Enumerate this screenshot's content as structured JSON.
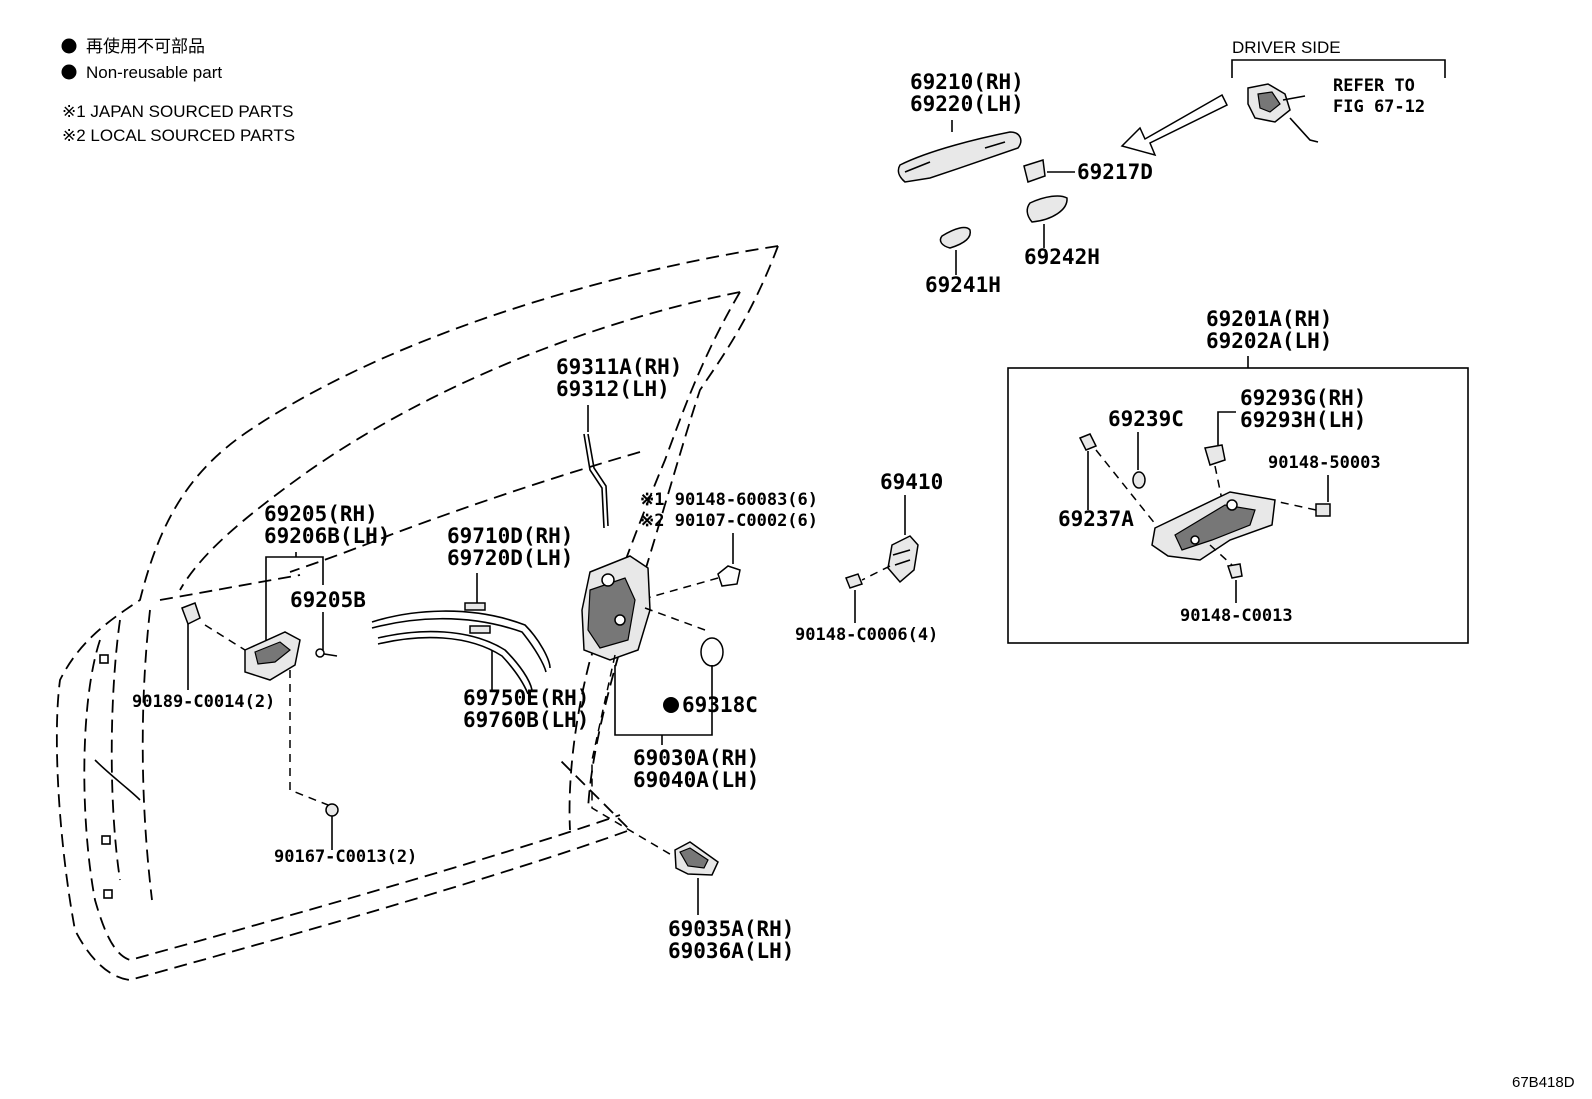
{
  "legend": {
    "jp_note": "再使用不可部品",
    "en_note": "Non-reusable part",
    "note1": "※1 JAPAN SOURCED PARTS",
    "note2": "※2 LOCAL SOURCED PARTS"
  },
  "driver_side": {
    "title": "DRIVER SIDE",
    "refer1": "REFER TO",
    "refer2": "FIG 67-12"
  },
  "labels": {
    "p69210": "69210(RH)",
    "p69220": "69220(LH)",
    "p69217D": "69217D",
    "p69242H": "69242H",
    "p69241H": "69241H",
    "p69201A": "69201A(RH)",
    "p69202A": "69202A(LH)",
    "p69239C": "69239C",
    "p69293G": "69293G(RH)",
    "p69293H": "69293H(LH)",
    "p90148_50003": "90148-50003",
    "p69237A": "69237A",
    "p90148_C0013": "90148-C0013",
    "p69410": "69410",
    "p90148_C0006": "90148-C0006(4)",
    "p69311A": "69311A(RH)",
    "p69312": "69312(LH)",
    "p90148_60083": "※1 90148-60083(6)",
    "p90107_C0002": "※2 90107-C0002(6)",
    "p69205": "69205(RH)",
    "p69206B": "69206B(LH)",
    "p69205B": "69205B",
    "p90189": "90189-C0014(2)",
    "p90167": "90167-C0013(2)",
    "p69710D": "69710D(RH)",
    "p69720D": "69720D(LH)",
    "p69750E": "69750E(RH)",
    "p69760B": "69760B(LH)",
    "p69318C": "69318C",
    "p69030A": "69030A(RH)",
    "p69040A": "69040A(LH)",
    "p69035A": "69035A(RH)",
    "p69036A": "69036A(LH)"
  },
  "diagram_code": "67B418D"
}
